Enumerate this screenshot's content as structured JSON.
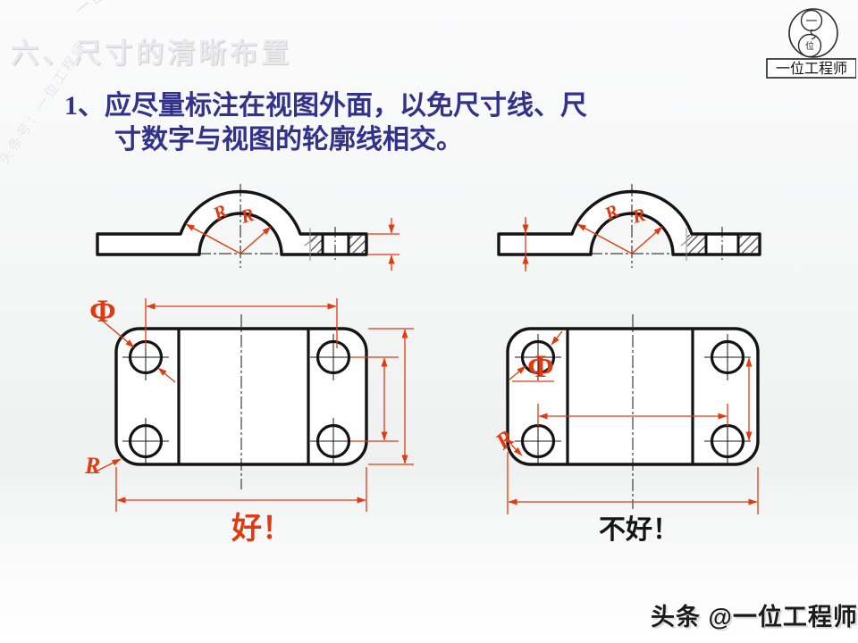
{
  "colors": {
    "red": "#e2390e",
    "blue": "#32318b",
    "ink": "#1a1a1a"
  },
  "watermarks": {
    "title": "六、尺寸的清晰布置",
    "diagonal": "一位工程师",
    "side": "头条号：一位工程师"
  },
  "heading": {
    "line1": "1、应尽量标注在视图外面，以免尺寸线、尺",
    "line2": "寸数字与视图的轮廓线相交。"
  },
  "logo": {
    "top_char": "一",
    "bottom_char": "位",
    "label": "一位工程师"
  },
  "annotations": {
    "phi": "Φ",
    "radius": "R"
  },
  "verdicts": {
    "good": "好！",
    "bad": "不好！"
  },
  "footer": {
    "handle": "头条 @一位工程师"
  }
}
